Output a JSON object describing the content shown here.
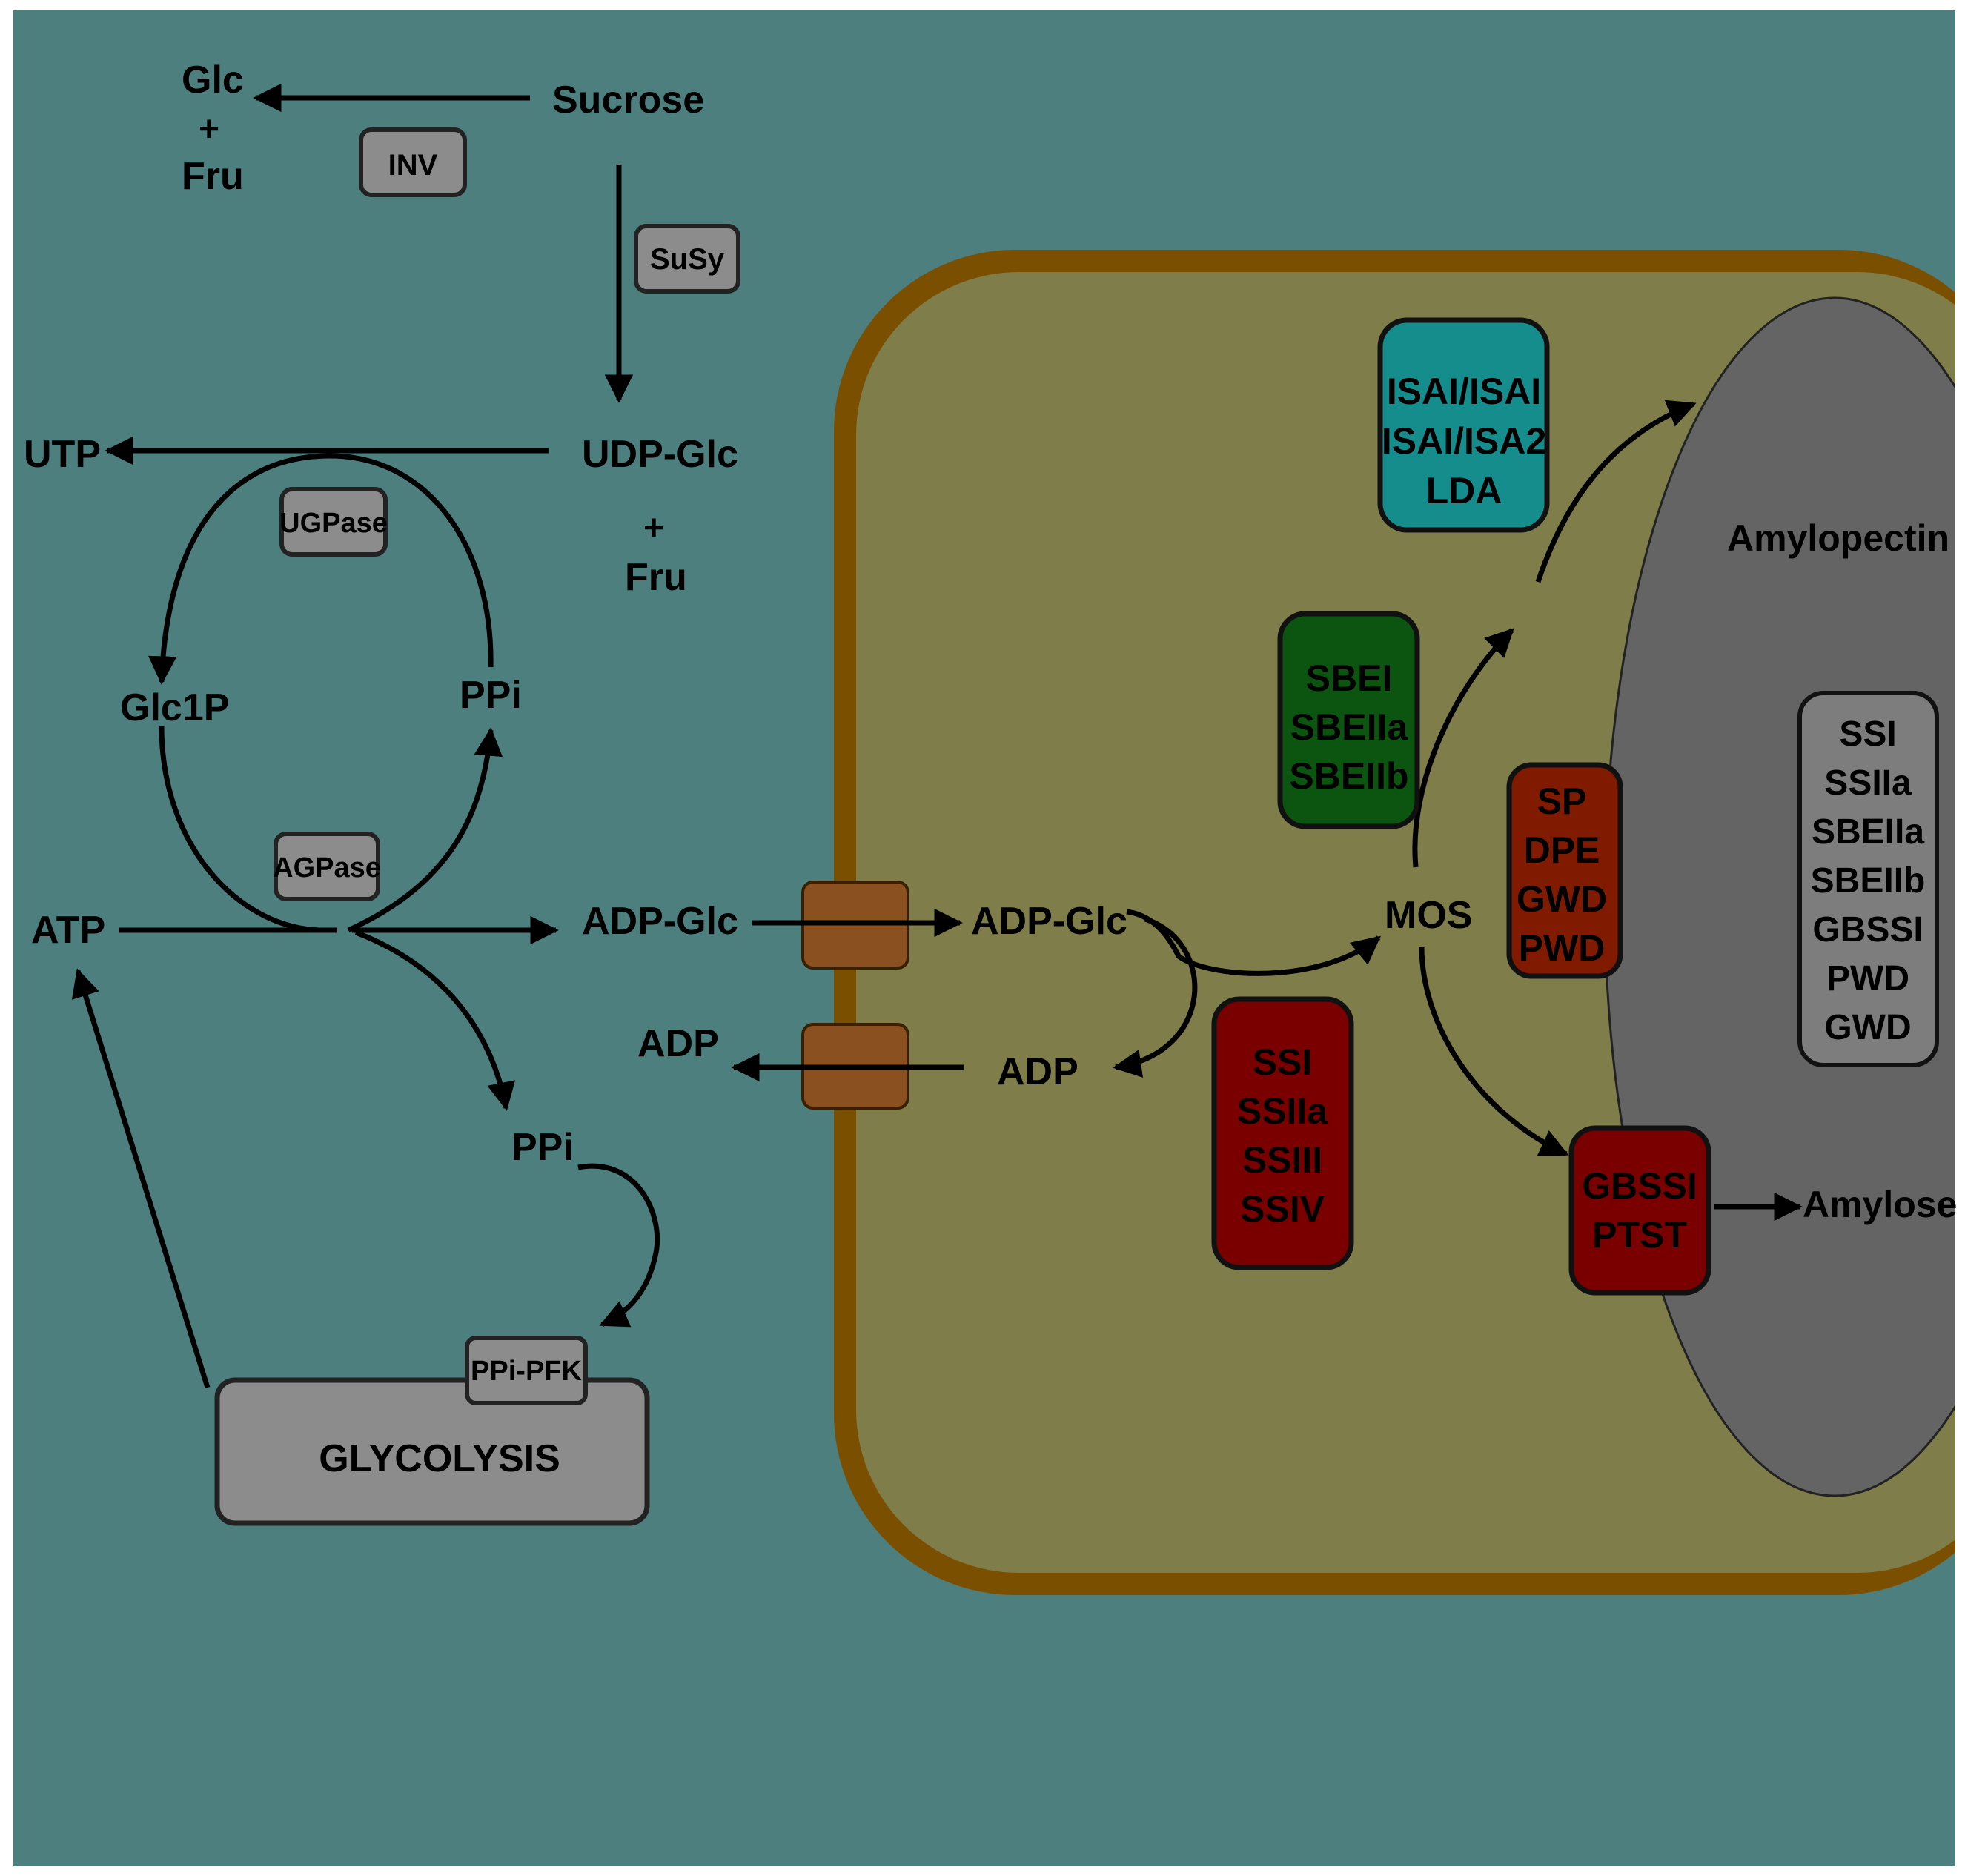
{
  "colors": {
    "background": "#4c7f7d",
    "cell_wall": "#7a5000",
    "cytosol": "#7f7d4a",
    "granule": "#646464",
    "gray_box": "#8c8c8c",
    "teal_box": "#168d8d",
    "green_box": "#0c5510",
    "red_box": "#7a0000",
    "orange_red_box": "#801a00",
    "transporter": "#8a5020",
    "light_box": "#7d7d7d"
  },
  "labels": {
    "glc": "Glc",
    "plus_1": "+",
    "fru_1": "Fru",
    "sucrose": "Sucrose",
    "utp": "UTP",
    "udp_glc": "UDP-Glc",
    "plus_2": "+",
    "fru_2": "Fru",
    "glc1p": "Glc1P",
    "ppi_top": "PPi",
    "atp": "ATP",
    "adp_glc_cytosol": "ADP-Glc",
    "adp_cytosol": "ADP",
    "ppi_bottom": "PPi",
    "adp_glc_plastid": "ADP-Glc",
    "adp_plastid": "ADP",
    "mos": "MOS",
    "amylopectin": "Amylopectin",
    "amylose": "Amylose"
  },
  "enzymes": {
    "inv": "INV",
    "susy": "SuSy",
    "ugpase": "UGPase",
    "agpase": "AGPase",
    "ppi_pfk": "PPi-PFK",
    "glycolysis": "GLYCOLYSIS"
  },
  "enzyme_groups": {
    "isa": [
      "ISAI/ISAI",
      "ISAI/ISA2",
      "LDA"
    ],
    "sbe": [
      "SBEI",
      "SBEIIa",
      "SBEIIb"
    ],
    "sp": [
      "SP",
      "DPE",
      "GWD",
      "PWD"
    ],
    "ss": [
      "SSI",
      "SSIIa",
      "SSIII",
      "SSIV"
    ],
    "gbss": [
      "GBSSI",
      "PTST"
    ],
    "granule_list": [
      "SSI",
      "SSIIa",
      "SBEIIa",
      "SBEIIb",
      "GBSSI",
      "PWD",
      "GWD"
    ]
  }
}
